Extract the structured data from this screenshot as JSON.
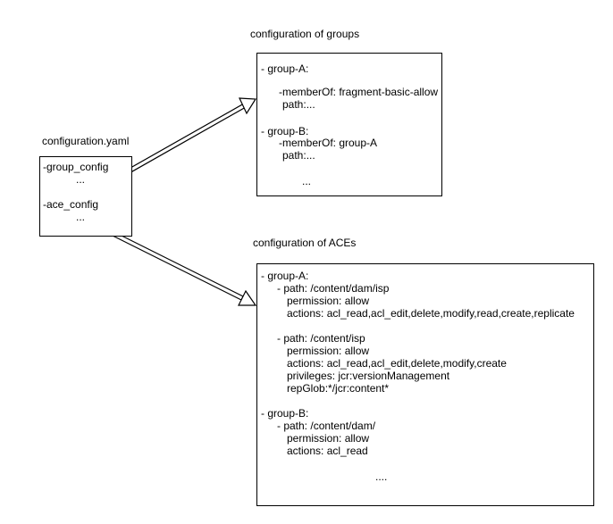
{
  "yaml": {
    "title": "configuration.yaml",
    "lines": [
      "-group_config",
      "...",
      "-ace_config",
      "..."
    ]
  },
  "groups": {
    "title": "configuration of groups",
    "lines": [
      "- group-A:",
      "-memberOf: fragment-basic-allow",
      "path:...",
      "- group-B:",
      "-memberOf: group-A",
      "path:...",
      "..."
    ]
  },
  "aces": {
    "title": "configuration of ACEs",
    "lines": [
      "- group-A:",
      "- path: /content/dam/isp",
      "permission: allow",
      "actions: acl_read,acl_edit,delete,modify,read,create,replicate",
      "- path: /content/isp",
      "permission: allow",
      "actions: acl_read,acl_edit,delete,modify,create",
      "privileges: jcr:versionManagement",
      "repGlob:*/jcr:content*",
      "- group-B:",
      "- path: /content/dam/",
      "permission: allow",
      "actions: acl_read",
      "...."
    ]
  }
}
